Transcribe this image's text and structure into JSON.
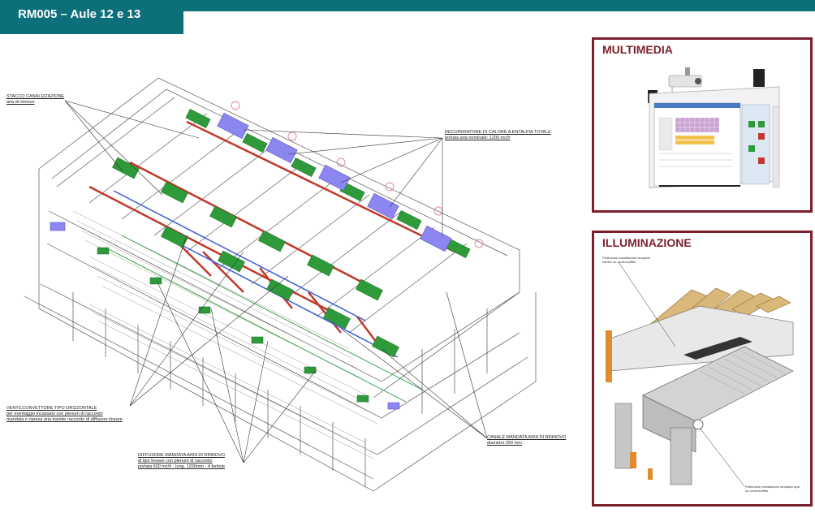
{
  "header": {
    "title": "RM005 – Aule 12 e 13"
  },
  "callouts": {
    "stacco": {
      "head": "STACCO CANALIZZAZIONE",
      "sub": "aria di rinnovo"
    },
    "recuperatore": {
      "head": "RECUPERATORE DI CALORE A ENTALPIA TOTALE",
      "sub": "portata aria nominale: 1200 mc/h"
    },
    "ventilconvettore": {
      "head": "VENTILCONVETTORE TIPO ORIZZONTALE",
      "line1": "per montaggio incassato con plenum di raccordo",
      "line2": "mandata e ripresa aria tramite raccordo di diffusore lineare"
    },
    "diffusore": {
      "head": "DIFFUSORE MANDATA ARIA DI RINNOVO",
      "line1": "di tipo lineare con plenum di raccordo",
      "line2": "portata 600 mc/h - lung. 1200mm - 4 feritoie"
    },
    "canale": {
      "head": "CANALE MANDATA ARIA DI RINNOVO",
      "sub": "diametro 250 mm"
    }
  },
  "panels": {
    "multimedia": {
      "title": "MULTIMEDIA"
    },
    "illuminazione": {
      "title": "ILLUMINAZIONE",
      "note1_l1": "Particolare installazione lampada",
      "note1_l2": "lineare su controsoffitto",
      "note2_l1": "Particolare installazione lampada spot",
      "note2_l2": "su controsoffitto"
    }
  },
  "colors": {
    "brand": "#0d6f7a",
    "panel_border": "#7b1f2c",
    "equipment": "#2e9a3a",
    "duct": "#c0392b",
    "recuperator": "#8b86f0",
    "pipe": "#3a5fd6"
  }
}
